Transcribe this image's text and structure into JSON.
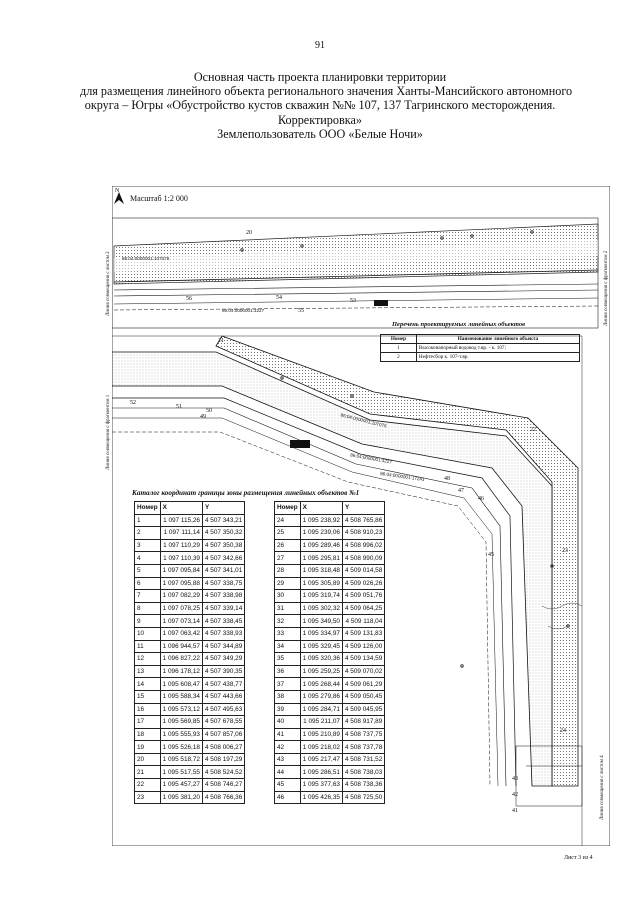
{
  "page_number": "91",
  "title_lines": [
    "Основная часть проекта планировки территории",
    "для размещения линейного объекта регионального значения Ханты-Мансийского автономного",
    "округа – Югры «Обустройство кустов скважин №№ 107, 137 Тагринского месторождения.",
    "Корректировка»",
    "Землепользователь ООО «Белые Ночи»"
  ],
  "map": {
    "north_label": "N",
    "scale": "Масштаб 1:2 000",
    "match_lines": {
      "left_top": "Линия совмещения с листом 2",
      "right_top": "Линия совмещения с фрагментом 2",
      "left_mid": "Линия совмещения с фрагментом 1",
      "right_bottom": "Линия совмещения с листом 4"
    },
    "cadastral": [
      "86:04:0000001:107076",
      "86:04:0000001:3227",
      "86:04:0000001:107076",
      "86:04:0000001:3227",
      "86:04:0000001:17241"
    ],
    "point_labels": [
      "20",
      "56",
      "54",
      "53",
      "55",
      "21",
      "52",
      "51",
      "50",
      "49",
      "22",
      "48",
      "47",
      "46",
      "45",
      "23",
      "24",
      "43",
      "42",
      "41"
    ]
  },
  "legend": {
    "title": "Перечень проектируемых линейных объектов",
    "headers": [
      "Номер",
      "Наименование линейного объекта"
    ],
    "rows": [
      {
        "num": "1",
        "name": "Высоконапорный водовод т.вр. - к. 107;"
      },
      {
        "num": "2",
        "name": "Нефтесбор к. 107-т.вр."
      }
    ]
  },
  "catalog": {
    "title": "Каталог координат границы зоны размещения линейных объектов №1",
    "headers": [
      "Номер",
      "X",
      "Y"
    ],
    "rows": [
      [
        "1",
        "1 097 115,26",
        "4 507 343,21"
      ],
      [
        "2",
        "1 097 111,14",
        "4 507 350,32"
      ],
      [
        "3",
        "1 097 110,29",
        "4 507 350,38"
      ],
      [
        "4",
        "1 097 110,39",
        "4 507 342,66"
      ],
      [
        "5",
        "1 097 095,84",
        "4 507 341,01"
      ],
      [
        "6",
        "1 097 095,88",
        "4 507 338,75"
      ],
      [
        "7",
        "1 097 082,29",
        "4 507 338,98"
      ],
      [
        "8",
        "1 097 078,25",
        "4 507 339,14"
      ],
      [
        "9",
        "1 097 073,14",
        "4 507 338,45"
      ],
      [
        "10",
        "1 097 063,42",
        "4 507 338,93"
      ],
      [
        "11",
        "1 096 944,57",
        "4 507 344,89"
      ],
      [
        "12",
        "1 096 827,22",
        "4 507 349,29"
      ],
      [
        "13",
        "1 096 178,12",
        "4 507 390,35"
      ],
      [
        "14",
        "1 095 608,47",
        "4 507 438,77"
      ],
      [
        "15",
        "1 095 588,34",
        "4 507 443,66"
      ],
      [
        "16",
        "1 095 573,12",
        "4 507 495,63"
      ],
      [
        "17",
        "1 095 569,85",
        "4 507 678,55"
      ],
      [
        "18",
        "1 095 555,93",
        "4 507 857,06"
      ],
      [
        "19",
        "1 095 526,18",
        "4 508 006,27"
      ],
      [
        "20",
        "1 095 518,72",
        "4 508 197,29"
      ],
      [
        "21",
        "1 095 517,55",
        "4 508 524,52"
      ],
      [
        "22",
        "1 095 457,27",
        "4 508 746,27"
      ],
      [
        "23",
        "1 095 381,20",
        "4 508 766,36"
      ],
      [
        "24",
        "1 095 238,92",
        "4 508 765,86"
      ],
      [
        "25",
        "1 095 239,06",
        "4 508 910,23"
      ],
      [
        "26",
        "1 095 289,46",
        "4 508 996,02"
      ],
      [
        "27",
        "1 095 295,81",
        "4 508 990,09"
      ],
      [
        "28",
        "1 095 318,48",
        "4 509 014,58"
      ],
      [
        "29",
        "1 095 305,89",
        "4 509 026,26"
      ],
      [
        "30",
        "1 095 319,74",
        "4 509 051,76"
      ],
      [
        "31",
        "1 095 302,32",
        "4 509 064,25"
      ],
      [
        "32",
        "1 095 349,50",
        "4 509 118,04"
      ],
      [
        "33",
        "1 095 334,97",
        "4 509 131,83"
      ],
      [
        "34",
        "1 095 329,45",
        "4 509 126,00"
      ],
      [
        "35",
        "1 095 320,36",
        "4 509 134,59"
      ],
      [
        "36",
        "1 095 259,25",
        "4 509 070,02"
      ],
      [
        "37",
        "1 095 268,44",
        "4 509 061,29"
      ],
      [
        "38",
        "1 095 279,86",
        "4 509 050,45"
      ],
      [
        "39",
        "1 095 284,71",
        "4 509 045,95"
      ],
      [
        "40",
        "1 095 211,07",
        "4 508 917,89"
      ],
      [
        "41",
        "1 095 210,89",
        "4 508 737,75"
      ],
      [
        "42",
        "1 095 218,02",
        "4 508 737,78"
      ],
      [
        "43",
        "1 095 217,47",
        "4 508 731,52"
      ],
      [
        "44",
        "1 095 286,51",
        "4 508 738,03"
      ],
      [
        "45",
        "1 095 377,63",
        "4 508 738,36"
      ],
      [
        "46",
        "1 095 426,35",
        "4 508 725,50"
      ]
    ]
  },
  "sheet_label": "Лист 3 из 4"
}
